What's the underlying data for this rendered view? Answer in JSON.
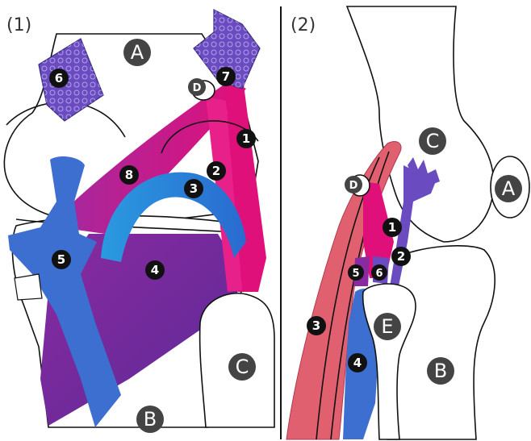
{
  "panels": [
    {
      "label": "(1)",
      "letters": [
        "A",
        "B",
        "C",
        "D"
      ],
      "numbers": [
        "1",
        "2",
        "3",
        "4",
        "5",
        "6",
        "7",
        "8"
      ]
    },
    {
      "label": "(2)",
      "letters": [
        "A",
        "B",
        "C",
        "D",
        "E"
      ],
      "numbers": [
        "1",
        "2",
        "3",
        "4",
        "5",
        "6"
      ]
    }
  ],
  "colors": {
    "magenta": "#e0107a",
    "purple_dark": "#7a2a96",
    "violet": "#6a4cc0",
    "blue": "#3d6fd0",
    "sky_blue": "#2a8ad8",
    "salmon": "#e06070",
    "marker": "#111111",
    "letter_circle": "#444444"
  }
}
